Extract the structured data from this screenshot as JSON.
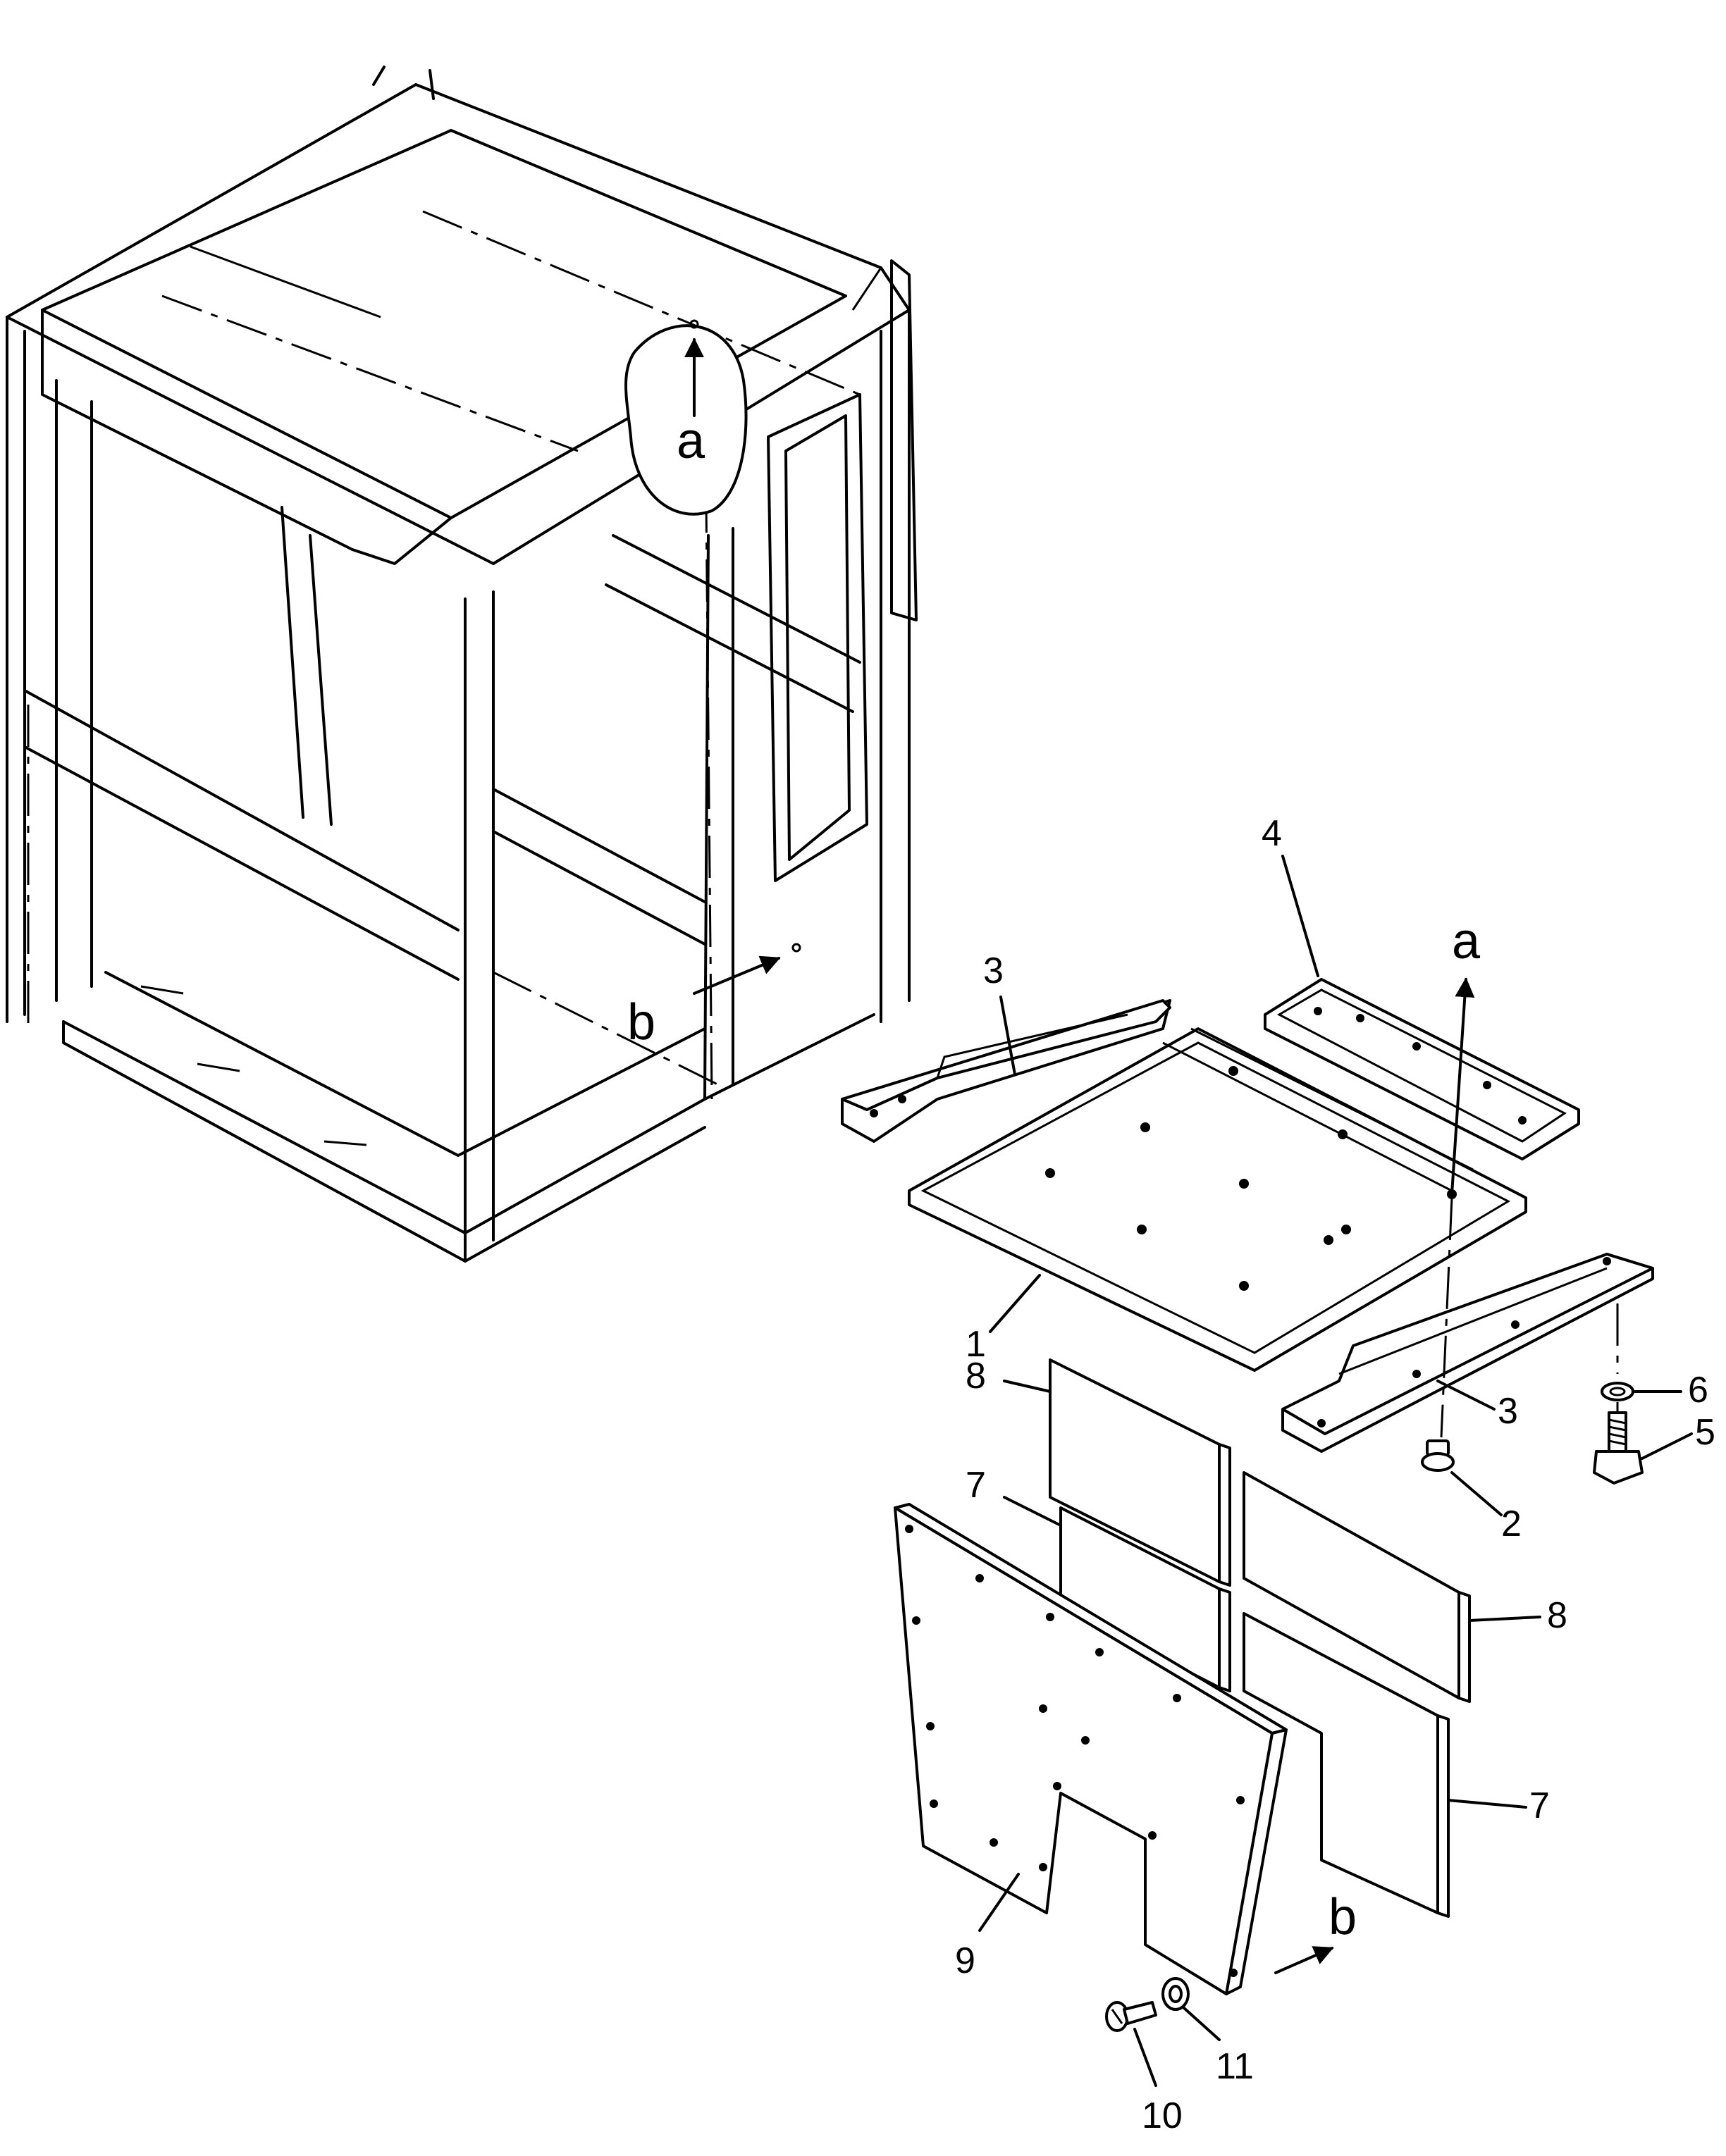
{
  "labels": {
    "p1": "1",
    "p2": "2",
    "p3a": "3",
    "p3b": "3",
    "p4": "4",
    "p5": "5",
    "p6": "6",
    "p7a": "7",
    "p7b": "7",
    "p8a": "8",
    "p8b": "8",
    "p9": "9",
    "p10": "10",
    "p11": "11"
  },
  "views": {
    "a_cab": "a",
    "b_cab": "b",
    "a_floor": "a",
    "b_floor": "b"
  }
}
